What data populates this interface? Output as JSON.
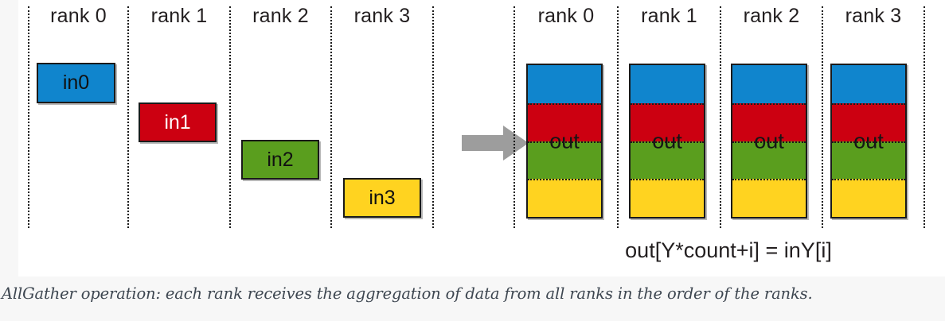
{
  "figure": {
    "title": "AllGather operation diagram",
    "caption": "AllGather operation: each rank receives the aggregation of data from all ranks in the order of the ranks.",
    "formula": "out[Y*count+i] = inY[i]",
    "arrow_icon": "right-arrow-icon",
    "arrow_color": "#9d9d9d"
  },
  "colors": {
    "rank0": "#1085cd",
    "rank1": "#cc0011",
    "rank2": "#5a9e1e",
    "rank3": "#ffd320",
    "outline": "#1a1a1a",
    "text": "#231f20",
    "caption_text": "#3d4650",
    "canvas": "#ffffff",
    "page": "#f7f7f7"
  },
  "input_side": {
    "ranks": [
      {
        "label": "rank 0",
        "box_label": "in0",
        "color": "#1085cd",
        "text_color": "#111111"
      },
      {
        "label": "rank 1",
        "box_label": "in1",
        "color": "#cc0011",
        "text_color": "#ffffff"
      },
      {
        "label": "rank 2",
        "box_label": "in2",
        "color": "#5a9e1e",
        "text_color": "#111111"
      },
      {
        "label": "rank 3",
        "box_label": "in3",
        "color": "#ffd320",
        "text_color": "#111111"
      }
    ]
  },
  "output_side": {
    "ranks": [
      {
        "label": "rank 0",
        "box_label": "out"
      },
      {
        "label": "rank 1",
        "box_label": "out"
      },
      {
        "label": "rank 2",
        "box_label": "out"
      },
      {
        "label": "rank 3",
        "box_label": "out"
      }
    ],
    "segment_order": [
      "in0",
      "in1",
      "in2",
      "in3"
    ],
    "segment_colors": [
      "#1085cd",
      "#cc0011",
      "#5a9e1e",
      "#ffd320"
    ]
  }
}
